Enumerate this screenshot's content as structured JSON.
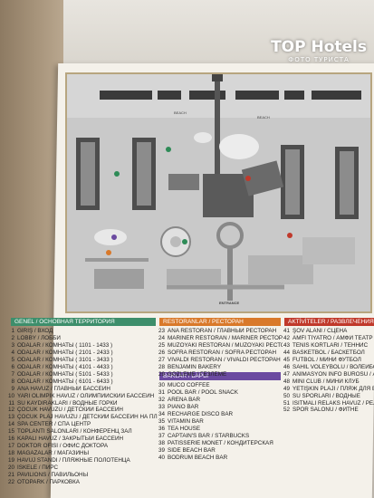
{
  "watermark": {
    "title": "TOP Hotels",
    "subtitle": "ФОТО ТУРИСТА"
  },
  "map": {
    "labels": {
      "beach_left": "BEACH",
      "beach_right": "BEACH",
      "entrance": "ENTRANCE"
    }
  },
  "legend": {
    "general": {
      "title": "GENEL / ОСНОВНАЯ ТЕРРИТОРИЯ",
      "color": "#3d8e6b",
      "items": [
        {
          "n": "1",
          "text": "GİRİŞ / ВХОД"
        },
        {
          "n": "2",
          "text": "LOBBY / ЛОББИ"
        },
        {
          "n": "3",
          "text": "ODALAR / КОМНАТЫ ( 1101 - 1433 )"
        },
        {
          "n": "4",
          "text": "ODALAR / КОМНАТЫ ( 2101 - 2433 )"
        },
        {
          "n": "5",
          "text": "ODALAR / КОМНАТЫ ( 3101 - 3433 )"
        },
        {
          "n": "6",
          "text": "ODALAR / КОМНАТЫ ( 4101 - 4433 )"
        },
        {
          "n": "7",
          "text": "ODALAR / КОМНАТЫ ( 5101 - 5433 )"
        },
        {
          "n": "8",
          "text": "ODALAR / КОМНАТЫ ( 6101 - 6433 )"
        },
        {
          "n": "9",
          "text": "ANA HAVUZ / ГЛАВНЫЙ БАССЕЙН"
        },
        {
          "n": "10",
          "text": "YARI OLİMPİK HAVUZ / ОЛИМПИЙСКИЙ БАССЕЙН"
        },
        {
          "n": "11",
          "text": "SU KAYDIRAKLARI / ВОДНЫЕ ГОРКИ"
        },
        {
          "n": "12",
          "text": "ÇOCUK HAVUZU / ДЕТСКИЙ БАССЕЙН"
        },
        {
          "n": "13",
          "text": "ÇOCUK PLAJ HAVUZU / ДЕТСКИЙ БАССЕЙН НА ПЛЯЖЕ"
        },
        {
          "n": "14",
          "text": "SPA CENTER / СПА ЦЕНТР"
        },
        {
          "n": "15",
          "text": "TOPLANTI SALONLARI / КОНФЕРЕНЦ ЗАЛ"
        },
        {
          "n": "16",
          "text": "KAPALI HAVUZ / ЗАКРЫТЫЙ БАССЕЙН"
        },
        {
          "n": "17",
          "text": "DOKTOR OFİSİ / ОФИС ДОКТОРА"
        },
        {
          "n": "18",
          "text": "MAĞAZALAR / МАГАЗИНЫ"
        },
        {
          "n": "19",
          "text": "HAVUJ STANDI / ПЛЯЖНЫЕ ПОЛОТЕНЦА"
        },
        {
          "n": "20",
          "text": "İSKELE / ПИРС"
        },
        {
          "n": "21",
          "text": "PAVILIONS / ПАВИЛЬОНЫ"
        },
        {
          "n": "22",
          "text": "OTOPARK / ПАРКОВКА"
        }
      ]
    },
    "restaurants": {
      "title": "RESTORANLAR / РЕСТОРАН",
      "color": "#d9792a",
      "items": [
        {
          "n": "23",
          "text": "ANA RESTORAN / ГЛАВНЫЙ РЕСТОРАН"
        },
        {
          "n": "24",
          "text": "MARINER RESTORAN / MARINER РЕСТОРАН"
        },
        {
          "n": "25",
          "text": "MUZOYAKI RESTORAN / MUZOYAKI РЕСТОРАН"
        },
        {
          "n": "26",
          "text": "SOFRA RESTORAN / SOFRA РЕСТОРАН"
        },
        {
          "n": "27",
          "text": "VIVALDI RESTORAN / VIVALDI РЕСТОРАН"
        },
        {
          "n": "28",
          "text": "BENJAMIN BAKERY"
        },
        {
          "n": "29",
          "text": "GÖZLEME / ГЁЗЛЕМЕ"
        }
      ]
    },
    "bars": {
      "title": "BARLAR / БАРЫ",
      "color": "#6b4aa0",
      "items": [
        {
          "n": "30",
          "text": "MUCO COFFEE"
        },
        {
          "n": "31",
          "text": "POOL BAR / POOL SNACK"
        },
        {
          "n": "32",
          "text": "ARENA BAR"
        },
        {
          "n": "33",
          "text": "PIANO BAR"
        },
        {
          "n": "34",
          "text": "RECHARGE DISCO BAR"
        },
        {
          "n": "35",
          "text": "VITAMIN BAR"
        },
        {
          "n": "36",
          "text": "TEA HOUSE"
        },
        {
          "n": "37",
          "text": "CAPTAIN'S BAR / STARBUCKS"
        },
        {
          "n": "38",
          "text": "PATISSERIE MONET / КОНДИТЕРСКАЯ"
        },
        {
          "n": "39",
          "text": "SIDE BEACH BAR"
        },
        {
          "n": "40",
          "text": "BODRUM BEACH BAR"
        }
      ]
    },
    "activities": {
      "title": "AKTİVİTELER / РАЗВЛЕЧЕНИЯ",
      "color": "#c0392b",
      "items": [
        {
          "n": "41",
          "text": "ŞOV ALANI / СЦЕНА"
        },
        {
          "n": "42",
          "text": "AMFİ TİYATRO / АМФИ ТЕАТР"
        },
        {
          "n": "43",
          "text": "TENİS KORTLARI / ТЕННИС"
        },
        {
          "n": "44",
          "text": "BASKETBOL / БАСКЕТБОЛ"
        },
        {
          "n": "45",
          "text": "FUTBOL / МИНИ ФУТБОЛ"
        },
        {
          "n": "46",
          "text": "SAHIL VOLEYBOLU / ВОЛЕЙБОЛ"
        },
        {
          "n": "47",
          "text": "ANİMASYON İNFO BÜROSU / АНИМАЦИОННАЯ АФИША"
        },
        {
          "n": "48",
          "text": "MINI CLUB / МИНИ КЛУБ"
        },
        {
          "n": "49",
          "text": "YETİŞKİN PLAJI / ПЛЯЖ ДЛЯ ВЗРОСЛЫХ"
        },
        {
          "n": "50",
          "text": "SU SPORLARI / ВОДНЫЕ"
        },
        {
          "n": "51",
          "text": "ISITMALI RELAKS HAVUZ / РЕЛАКС БАССЕЙН С ПО"
        },
        {
          "n": "52",
          "text": "SPOR SALONU / ФИТНЕ"
        }
      ]
    }
  }
}
